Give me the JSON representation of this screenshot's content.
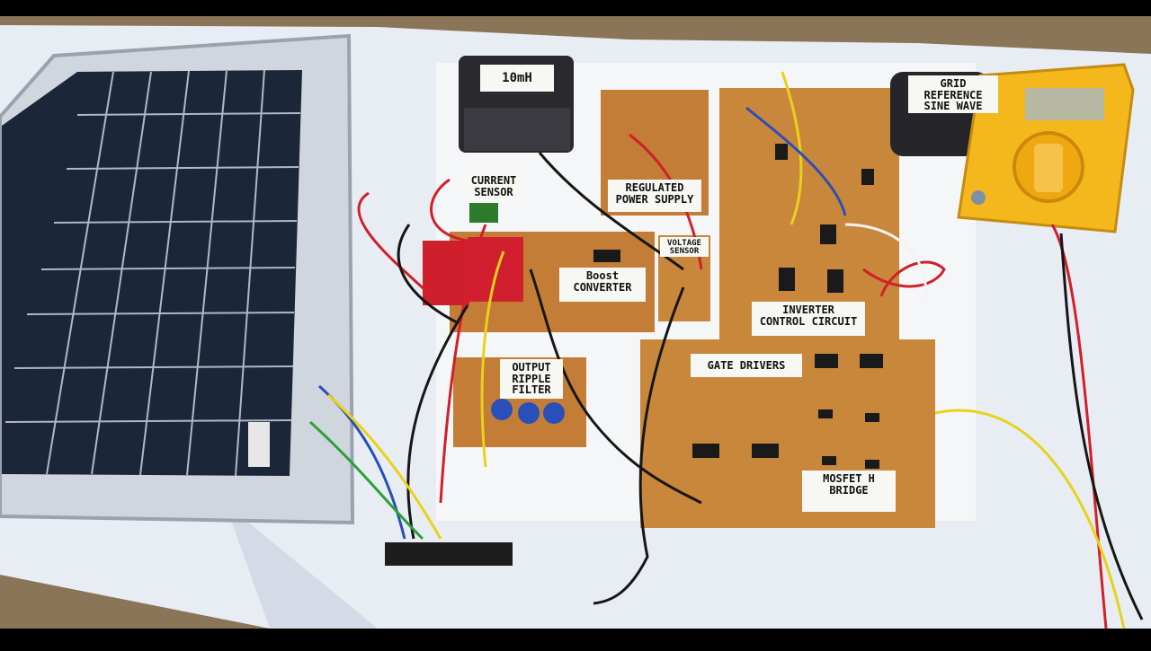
{
  "scene": {
    "description_colors": {
      "cloth": "#e9eef5",
      "pcb": "#c9873c",
      "wire_red": "#d0202a",
      "wire_black": "#161616",
      "wire_yellow": "#e8d21a",
      "wire_blue": "#2a4fb5",
      "meter": "#f5b81c"
    }
  },
  "labels": {
    "inductor": "10mH",
    "current_sensor": "CURRENT\nSENSOR",
    "regulated_power_supply": "REGULATED\nPOWER SUPPLY",
    "voltage_sensor": "VOLTAGE\nSENSOR",
    "boost_converter": "Boost\nCONVERTER",
    "inverter_control": "INVERTER\nCONTROL CIRCUIT",
    "grid_reference": "GRID REFERENCE\nSINE WAVE",
    "output_ripple_filter": "OUTPUT\nRIPPLE\nFILTER",
    "gate_drivers": "GATE DRIVERS",
    "mosfet_bridge": "MOSFET H\nBRIDGE"
  }
}
